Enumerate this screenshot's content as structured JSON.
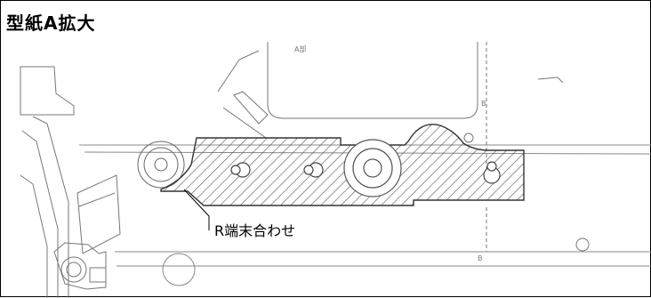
{
  "header": {
    "title": "型紙A拡大"
  },
  "drawing": {
    "view_label": "A部",
    "section_marker_top": "B",
    "section_marker_bottom": "B",
    "callout": "R端末合わせ",
    "hatch_color": "#444444",
    "line_color": "#666666"
  }
}
